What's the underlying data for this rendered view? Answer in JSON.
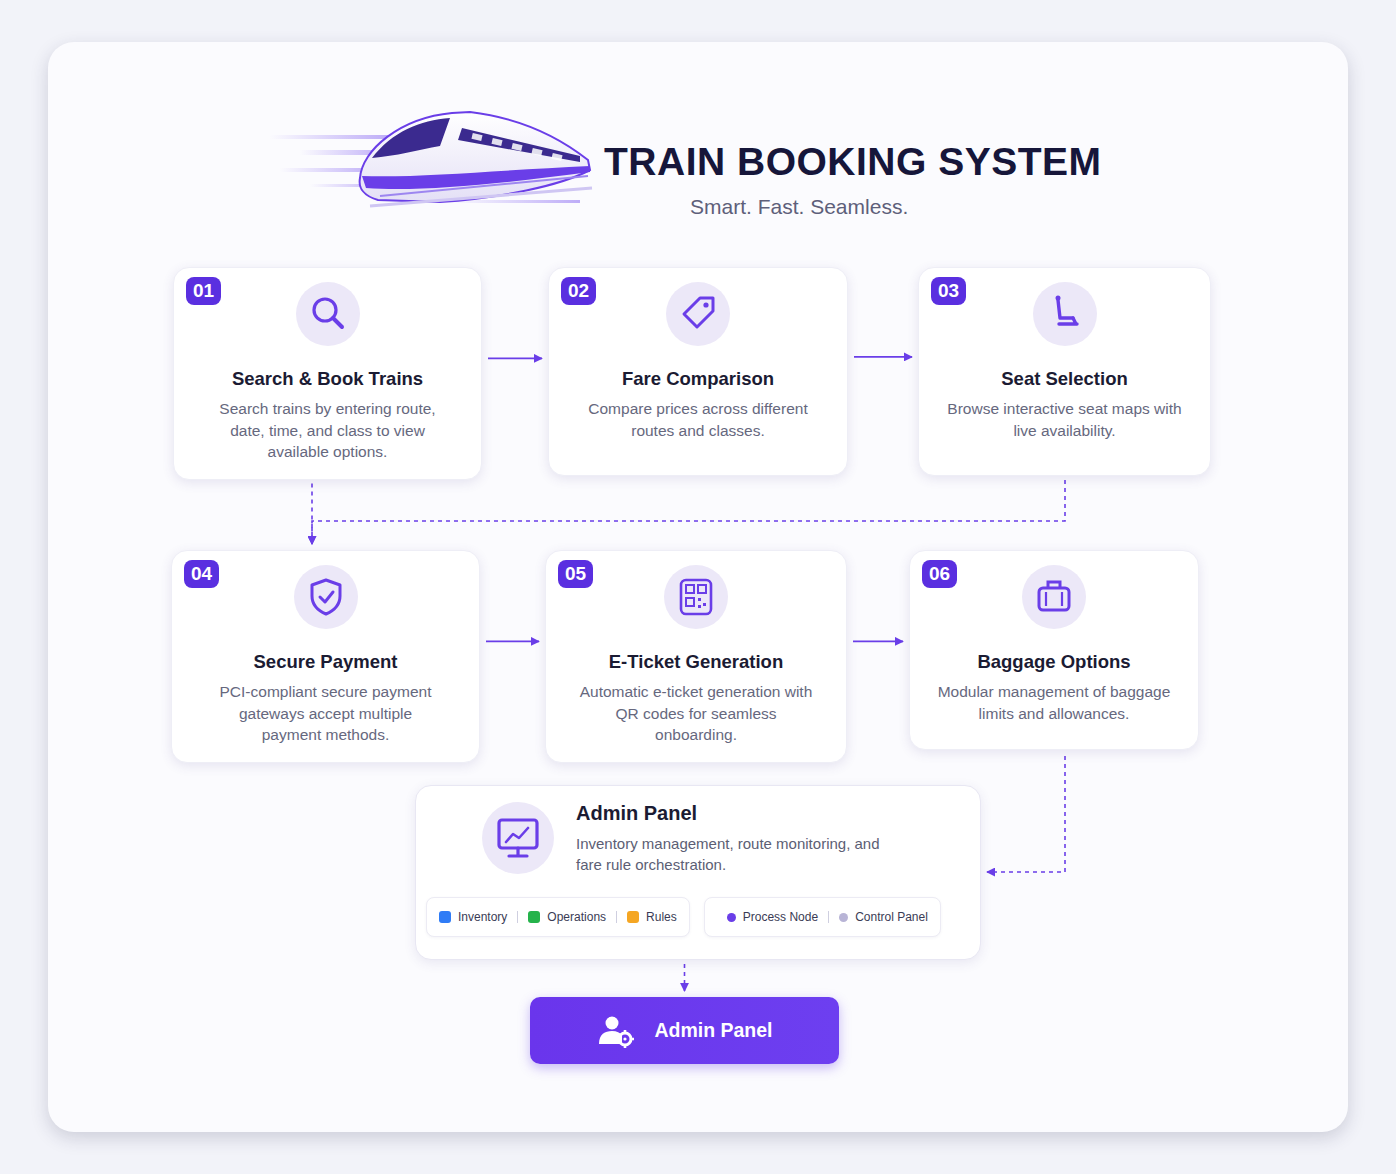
{
  "diagram": {
    "title": "TRAIN BOOKING SYSTEM",
    "caption": "Smart. Fast. Seamless.",
    "nodes": [
      {
        "text": [
          "Search & Book Trains",
          "Search trains by entering route, date, time, and class to view available options."
        ]
      },
      {
        "text": [
          "01"
        ],
        "in": 0
      },
      {
        "text": [
          "Fare Comparison",
          "Compare prices across different routes and classes."
        ]
      },
      {
        "text": [
          "02"
        ],
        "in": 2
      },
      {
        "text": [
          "Seat Selection",
          "Browse interactive seat maps with live availability."
        ]
      },
      {
        "text": [
          "03"
        ],
        "in": 4
      },
      {
        "text": [
          "Secure Payment",
          "PCI-compliant secure payment gateways accept multiple payment methods."
        ]
      },
      {
        "text": [
          "04"
        ],
        "in": 6
      },
      {
        "text": [
          "E-Ticket Generation",
          "Automatic e-ticket generation with QR codes for seamless onboarding."
        ]
      },
      {
        "text": [
          "05"
        ],
        "in": 8
      },
      {
        "text": [
          "Baggage Options",
          "Modular management of baggage limits and allowances."
        ]
      },
      {
        "text": [
          "06"
        ],
        "in": 10
      },
      {
        "text": [
          "Admin Panel",
          "Inventory management, route monitoring, and fare rule orchestration."
        ]
      },
      {
        "text": [
          "Admin Panel"
        ]
      }
    ],
    "edges": [
      {
        "from": 0,
        "to": 2,
        "arrow": "to"
      },
      {
        "from": 2,
        "to": 4,
        "arrow": "to"
      },
      {
        "from": 6,
        "to": 8,
        "arrow": "to"
      },
      {
        "from": 8,
        "to": 10,
        "arrow": "to"
      },
      {
        "from": 0,
        "to": 6,
        "arrow": "to"
      },
      {
        "from": 4,
        "to": 6,
        "arrow": "to"
      },
      {
        "from": 10,
        "to": 12,
        "arrow": "to"
      },
      {
        "from": 12,
        "to": 13,
        "arrow": "to"
      }
    ],
    "legend": [
      {
        "text": "Inventory",
        "color": "#2f7cf6"
      },
      {
        "text": "Operations",
        "color": "#25b34b"
      },
      {
        "text": "Rules",
        "color": "#f5a623"
      },
      {
        "text": "Process Node",
        "color": "#6a3ee8"
      },
      {
        "text": "Control Panel",
        "color": "#b8b4d6"
      }
    ]
  }
}
